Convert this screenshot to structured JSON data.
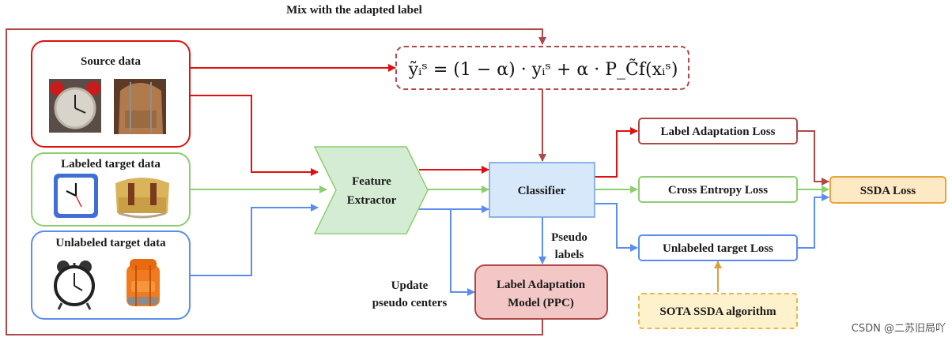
{
  "diagram": {
    "mix_label": "Mix with the adapted label",
    "source_title": "Source data",
    "labeled_title": "Labeled target data",
    "unlabeled_title": "Unlabeled target data",
    "feature_line1": "Feature",
    "feature_line2": "Extractor",
    "classifier": "Classifier",
    "label_adaptation_loss": "Label Adaptation Loss",
    "cross_entropy_loss": "Cross Entropy Loss",
    "unlabeled_target_loss": "Unlabeled target Loss",
    "ssda_loss": "SSDA Loss",
    "pseudo_line1": "Pseudo",
    "pseudo_line2": "labels",
    "update_line1": "Update",
    "update_line2": "pseudo centers",
    "lam_line1": "Label Adaptation",
    "lam_line2": "Model (PPC)",
    "sota": "SOTA SSDA algorithm",
    "watermark": "CSDN @二苏旧局吖",
    "formula": "ỹᵢˢ = (1 − α) · yᵢˢ + α · P_C̃f(xᵢˢ)"
  },
  "colors": {
    "red": "#e01010",
    "dark_red": "#b04848",
    "green": "#8ccf6e",
    "blue": "#5b8def",
    "orange": "#e8a33a",
    "classifier_fill": "#d6e8fa",
    "lam_fill": "#f4c7c7",
    "ssda_fill": "#fde9c3",
    "sota_fill": "#fdf2cc",
    "feature_fill": "#d4ecd4"
  },
  "icons": [
    "alarm-clock-photo-icon",
    "backpack-photo-icon",
    "wall-clock-icon",
    "backpack-icon",
    "alarm-clock-icon",
    "orange-backpack-icon"
  ]
}
